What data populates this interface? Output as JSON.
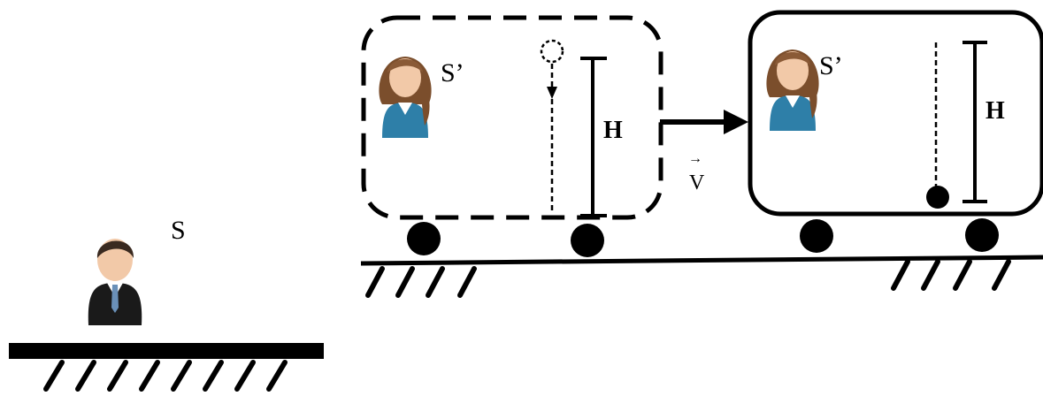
{
  "observer_ground": {
    "label": "S"
  },
  "train_before": {
    "observer_label": "S’",
    "height_label": "H"
  },
  "train_after": {
    "observer_label": "S’",
    "height_label": "H"
  },
  "velocity": {
    "label": "V",
    "arrow": "→"
  },
  "icons": {
    "man": "man-in-suit-icon",
    "woman": "woman-person-icon",
    "ball": "ball-icon"
  },
  "colors": {
    "ink": "#000000",
    "shirt": "#2e7fa8",
    "skin": "#f2c9a8",
    "hair_woman": "#8a5a36",
    "suit": "#1a1a1a"
  }
}
